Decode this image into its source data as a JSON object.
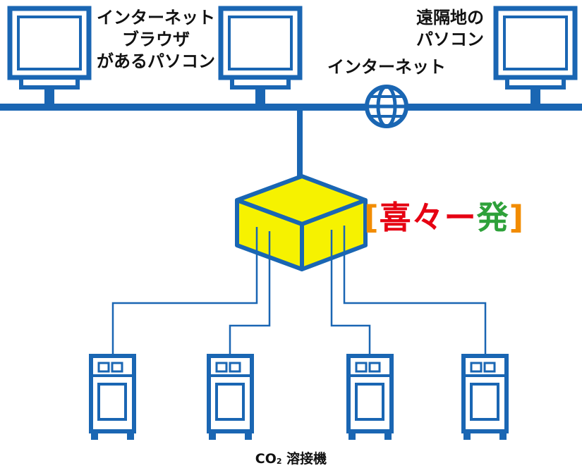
{
  "labels": {
    "browser_pc_line1": "インターネット",
    "browser_pc_line2": "ブラウザ",
    "browser_pc_line3": "があるパソコン",
    "remote_pc_line1": "遠隔地の",
    "remote_pc_line2": "パソコン",
    "internet": "インターネット",
    "caption_prefix": "CO",
    "caption_sub": "2",
    "caption_suffix": " 溶接機"
  },
  "brand": {
    "open_bracket": "[",
    "char1": "喜",
    "char2": "々",
    "char3": "ー",
    "char4": "発",
    "close_bracket": "]"
  },
  "colors": {
    "line": "#1a66b3",
    "hub_fill": "#f6f200",
    "monitor_fill": "#ffffff",
    "bracket": "#f28c00",
    "brand_red": "#e60012",
    "brand_green": "#2ea13a"
  },
  "icons": {
    "network_hub": "hub-box-icon",
    "internet": "globe-icon",
    "computer": "monitor-icon",
    "welder": "welding-machine-icon"
  }
}
